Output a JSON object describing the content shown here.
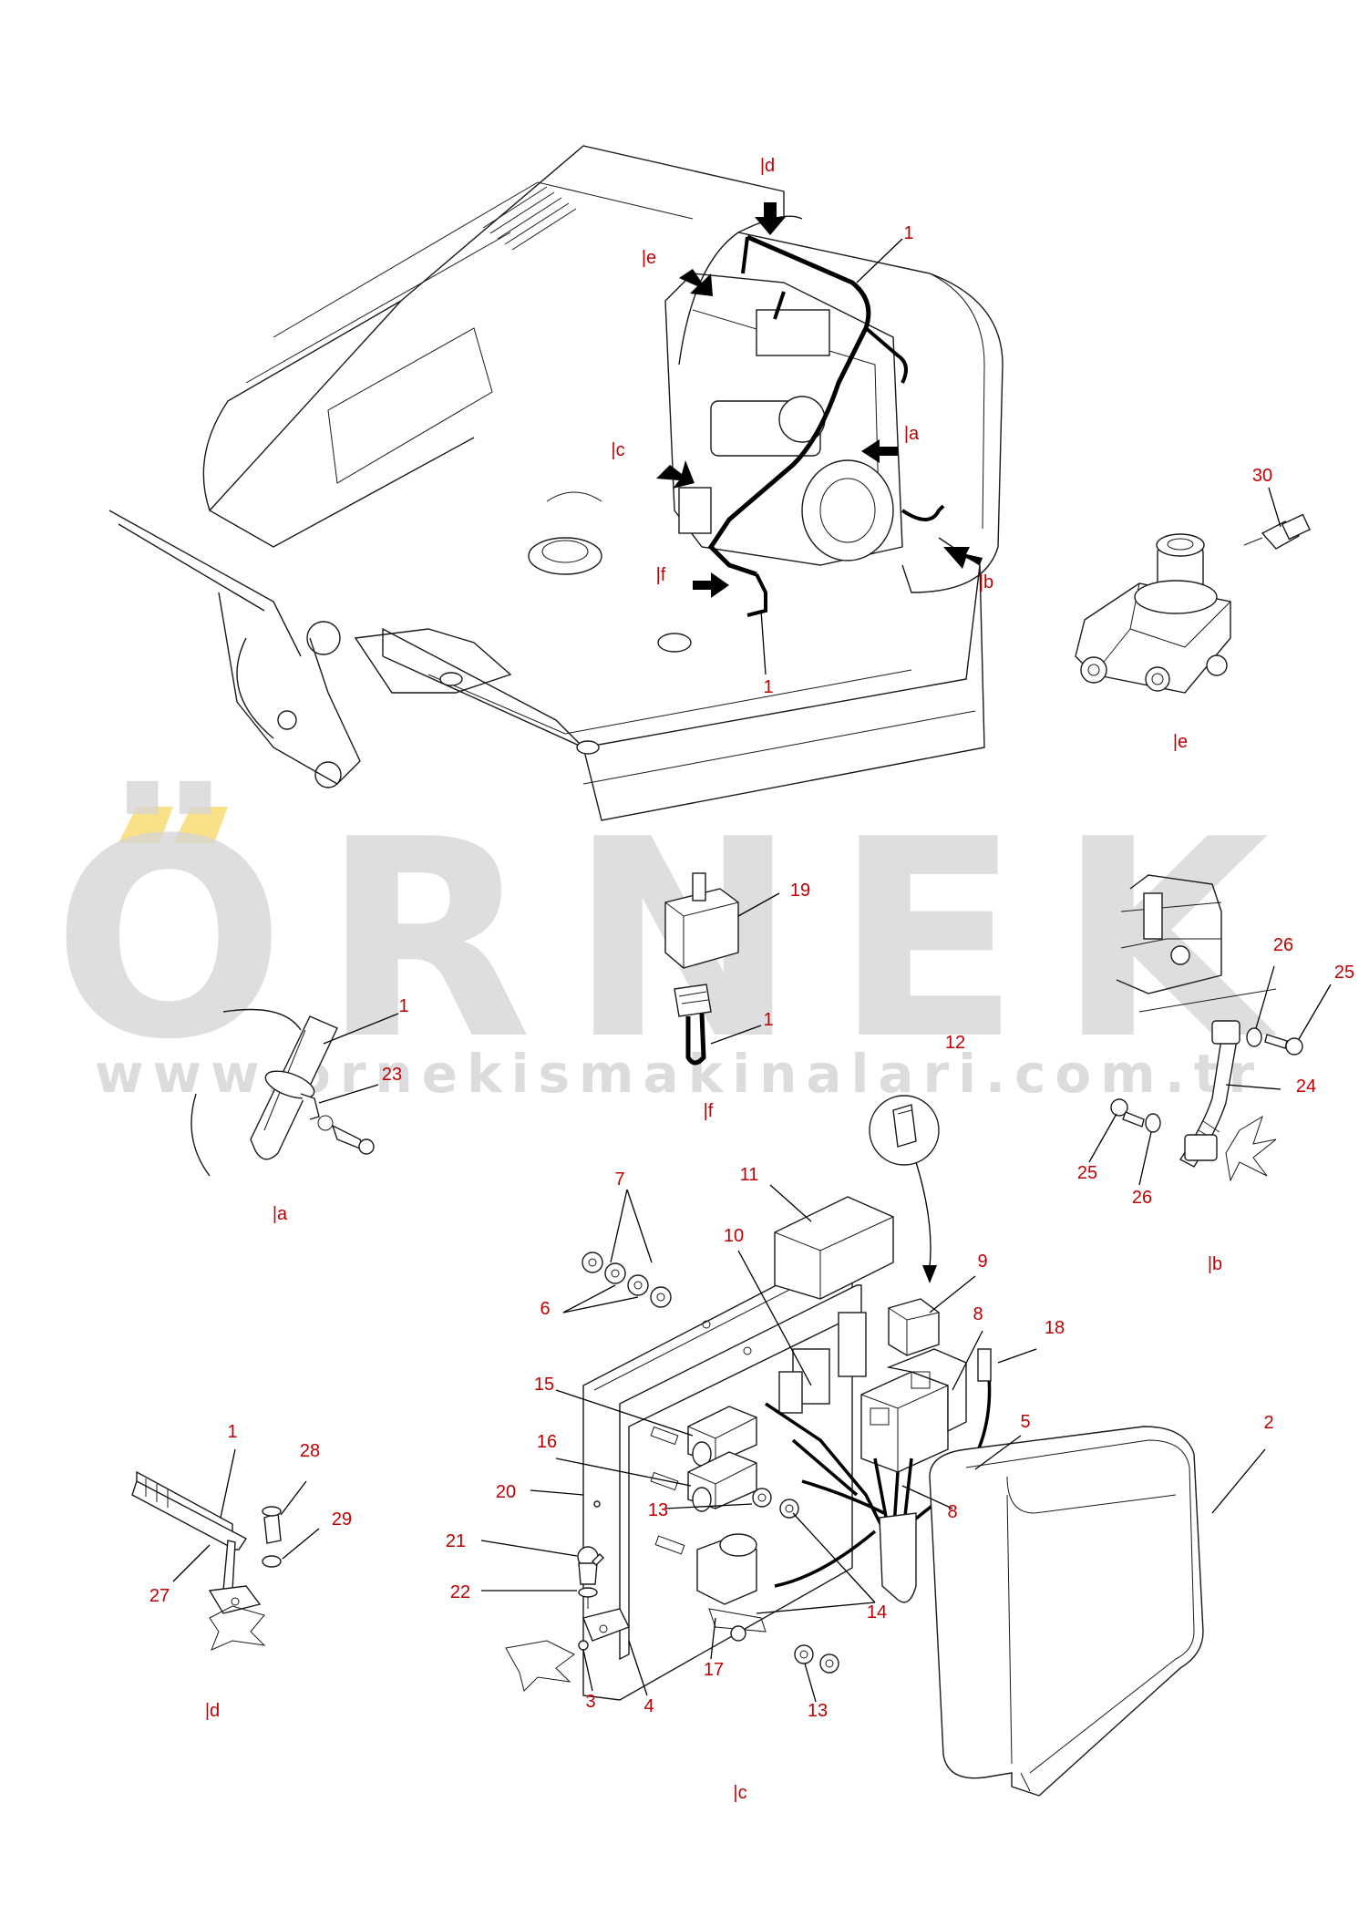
{
  "watermark": {
    "brand": "ÖRNEK",
    "url": "www.ornekismakinalari.com.tr",
    "text_color": "#d4d4d8",
    "accent_color": "#f6d96b"
  },
  "label_color": "#c00000",
  "views": {
    "a": "|a",
    "b": "|b",
    "c": "|c",
    "d": "|d",
    "e": "|e",
    "f": "|f"
  },
  "callouts": {
    "p1": "1",
    "p2": "2",
    "p3": "3",
    "p4": "4",
    "p5": "5",
    "p6": "6",
    "p7": "7",
    "p8": "8",
    "p9": "9",
    "p10": "10",
    "p11": "11",
    "p12": "12",
    "p13": "13",
    "p14": "14",
    "p15": "15",
    "p16": "16",
    "p17": "17",
    "p18": "18",
    "p19": "19",
    "p20": "20",
    "p21": "21",
    "p22": "22",
    "p23": "23",
    "p24": "24",
    "p25": "25",
    "p26": "26",
    "p27": "27",
    "p28": "28",
    "p29": "29",
    "p30": "30"
  }
}
